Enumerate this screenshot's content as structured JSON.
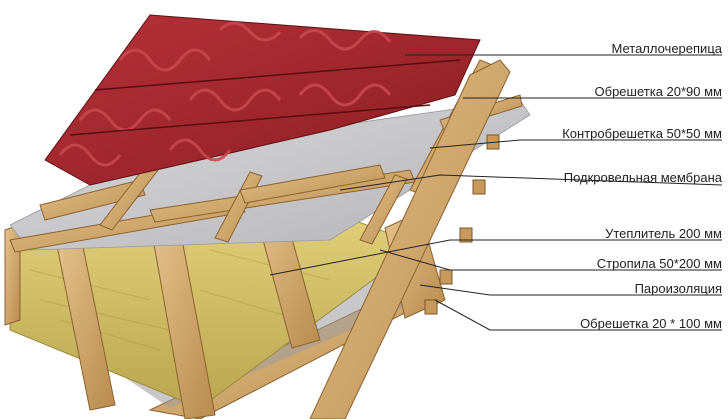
{
  "layers": [
    {
      "id": "metal-tile",
      "label": "Металлочерепица"
    },
    {
      "id": "batten-20x90",
      "label": "Обрешетка 20*90 мм"
    },
    {
      "id": "counter-batten",
      "label": "Контробрешетка 50*50 мм"
    },
    {
      "id": "membrane",
      "label": "Подкровельная мембрана"
    },
    {
      "id": "insulation",
      "label": "Утеплитель 200 мм"
    },
    {
      "id": "rafters",
      "label": "Стропила 50*200 мм"
    },
    {
      "id": "vapor-barrier",
      "label": "Пароизоляция"
    },
    {
      "id": "batten-20x100",
      "label": "Обрешетка 20 * 100 мм"
    }
  ],
  "colors": {
    "tile": "#a3242b",
    "tile_dark": "#6e1418",
    "tile_light": "#c8474c",
    "wood": "#d9b278",
    "wood_dark": "#a77a3e",
    "membrane": "#c9c9cb",
    "insulation": "#d8c66d",
    "leader": "#222222"
  }
}
